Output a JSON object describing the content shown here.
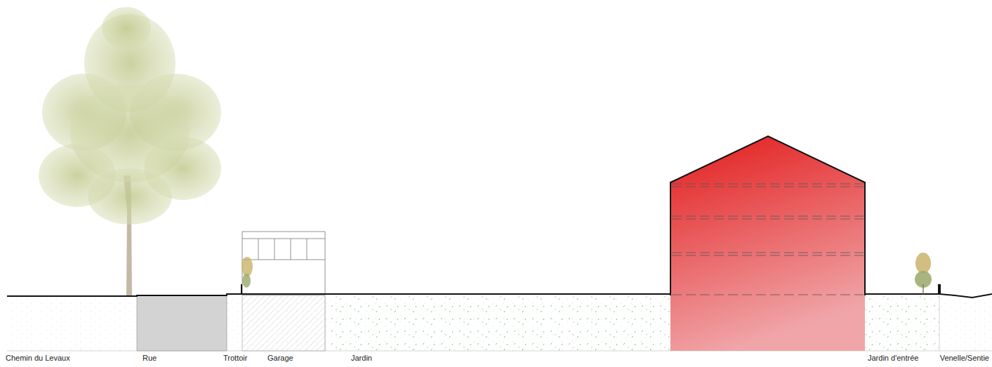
{
  "diagram": {
    "labels": [
      "Chemin du Levaux",
      "Rue",
      "Trottoir",
      "Garage",
      "Jardin",
      "Jardin d'entrée",
      "Venelle/Sentie"
    ]
  }
}
